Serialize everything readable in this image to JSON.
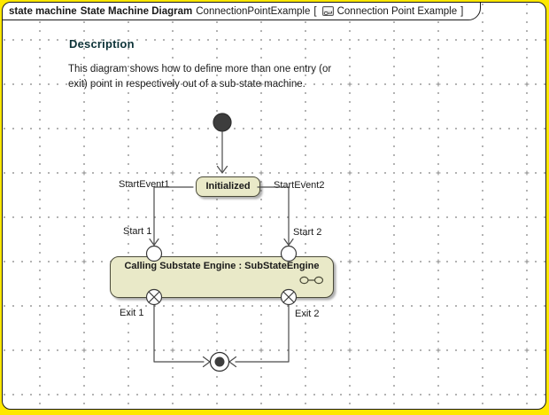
{
  "colors": {
    "outer_bg": "#ffe800",
    "frame_bg": "#ffffff",
    "grid_dot": "#9a9a9a",
    "state_fill": "#e9e9c8",
    "state_border": "#4a4a38",
    "line": "#4b4b4b",
    "node_fill": "#3d3d3d",
    "heading": "#0d3338",
    "text": "#1a1a1a"
  },
  "title": {
    "kind": "state machine",
    "type": "State Machine Diagram",
    "name": "ConnectionPointExample",
    "open_bracket": "[",
    "ref": "Connection Point Example",
    "close_bracket": "]",
    "icon": "state-machine-diagram-icon"
  },
  "description": {
    "heading": "Description",
    "body": "This diagram shows how to define more than one entry (or\nexit) point in respectively out of a sub-state machine."
  },
  "states": {
    "initialized": "Initialized",
    "submachine": "Calling Substate Engine : SubStateEngine"
  },
  "transition_labels": {
    "start_event_1": "StartEvent1",
    "start_event_2": "StartEvent2",
    "start_1": "Start 1",
    "start_2": "Start 2",
    "exit_1": "Exit 1",
    "exit_2": "Exit 2"
  },
  "icons": {
    "diagram_icon": "state-machine-diagram",
    "submachine_icon": "submachine-link",
    "initial_node": "initial-pseudostate",
    "final_node": "final-state",
    "entry_point": "entry-point-circle",
    "exit_point": "exit-point-crossed-circle"
  }
}
